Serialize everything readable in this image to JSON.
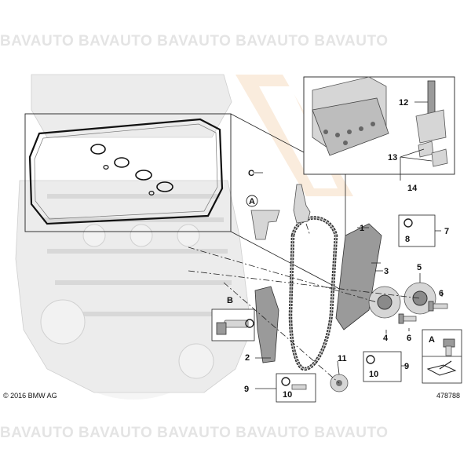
{
  "watermark": "BAVAUTO BAVAUTO BAVAUTO BAVAUTO BAVAUTO",
  "copyright": "© 2016 BMW AG",
  "diagram_number": "478788",
  "callouts": {
    "c1": "1",
    "c2": "2",
    "c3": "3",
    "c4": "4",
    "c5": "5",
    "c6a": "6",
    "c6b": "6",
    "c7": "7",
    "c8": "8",
    "c9a": "9",
    "c9b": "9",
    "c10a": "10",
    "c10b": "10",
    "c11": "11",
    "c12": "12",
    "c13": "13",
    "c14": "14",
    "cA1": "A",
    "cA2": "A",
    "cB": "B",
    "cC": "C"
  }
}
